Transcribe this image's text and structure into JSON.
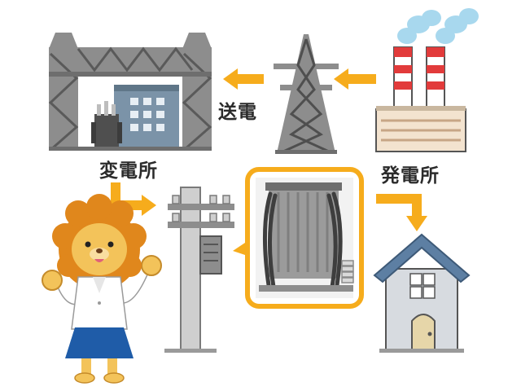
{
  "labels": {
    "substation": "変電所",
    "transmission": "送電",
    "power_plant": "発電所"
  },
  "colors": {
    "arrow": "#f6ac1c",
    "steel": "#8d8d8d",
    "steel_dark": "#555555",
    "building_blue": "#7b93a8",
    "house_roof": "#5d7fa3",
    "house_wall": "#d7dbe0",
    "chimney_red": "#e23b3b",
    "smoke": "#a8d8ee",
    "lion_mane": "#e0871c",
    "lion_face": "#f3c35a",
    "skirt_blue": "#1f5ca8"
  },
  "icons": [
    "substation-icon",
    "transmission-tower-icon",
    "power-plant-icon",
    "utility-pole-icon",
    "transformer-icon",
    "house-icon",
    "lion-mascot-icon"
  ]
}
